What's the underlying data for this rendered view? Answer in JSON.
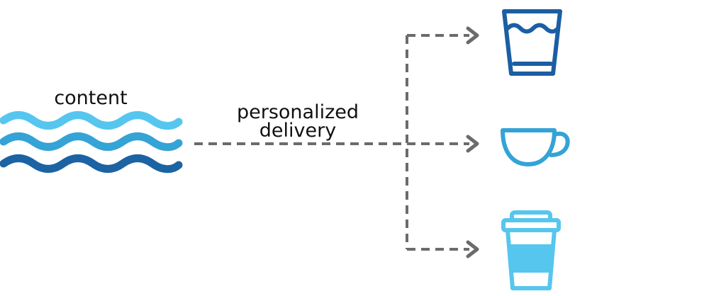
{
  "labels": {
    "content": "content",
    "delivery_line1": "personalized",
    "delivery_line2": "delivery"
  },
  "colors": {
    "wave_light": "#56c6ef",
    "wave_mid": "#34a3d6",
    "wave_dark": "#1b63a3",
    "arrow": "#6b6b6b",
    "glass": "#1b5ea4",
    "cup": "#34a3d6",
    "takeaway": "#56c6ef"
  },
  "icons": [
    "waves-icon",
    "glass-icon",
    "teacup-icon",
    "takeaway-cup-icon"
  ]
}
